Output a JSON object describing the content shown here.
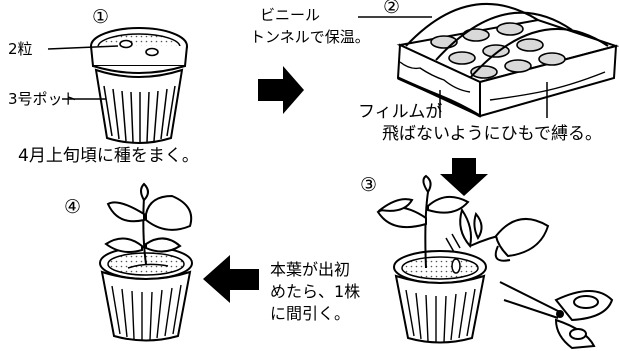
{
  "steps": {
    "s1": {
      "number": "①",
      "label_seeds": "2粒",
      "label_pot": "3号ポット",
      "caption": "4月上旬頃に種をまく。"
    },
    "s2": {
      "number": "②",
      "label_tunnel_line1": "ビニール",
      "label_tunnel_line2": "トンネルで保温。",
      "caption_line1": "フィルムが",
      "caption_line2": "飛ばないようにひもで縛る。"
    },
    "s3": {
      "number": "③",
      "text_line1": "本葉が出初",
      "text_line2": "めたら、1株",
      "text_line3": "に間引く。"
    },
    "s4": {
      "number": "④"
    }
  },
  "colors": {
    "ink": "#000000",
    "paper": "#ffffff",
    "soil": "#d9d9d9"
  }
}
